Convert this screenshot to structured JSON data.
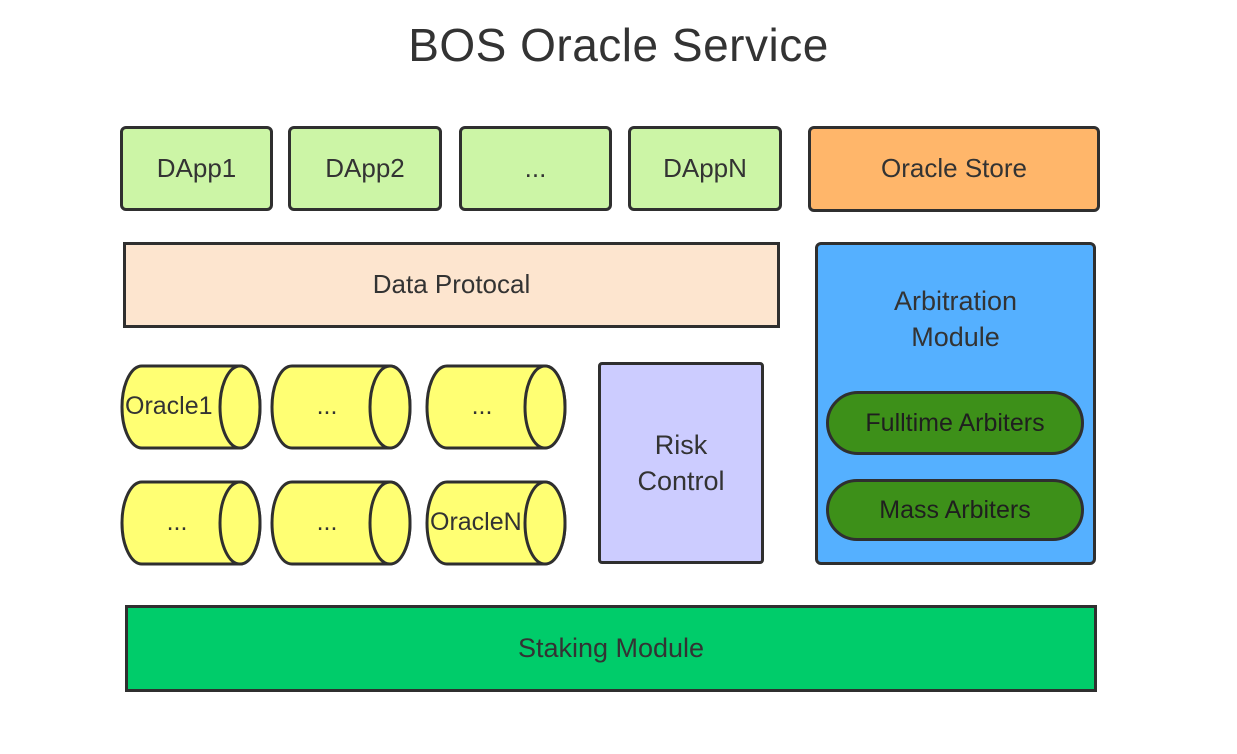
{
  "title": "BOS Oracle Service",
  "dapps": [
    "DApp1",
    "DApp2",
    "...",
    "DAppN"
  ],
  "oracle_store": "Oracle Store",
  "data_protocol": "Data Protocal",
  "oracles": {
    "row1": [
      "Oracle1",
      "...",
      "..."
    ],
    "row2": [
      "...",
      "...",
      "OracleN"
    ]
  },
  "risk_control": "Risk\nControl",
  "arbitration": {
    "title": "Arbitration\nModule",
    "fulltime": "Fulltime Arbiters",
    "mass": "Mass Arbiters"
  },
  "staking": "Staking Module",
  "colors": {
    "dapp": "#ccf5a6",
    "oracle_store": "#ffb66a",
    "data_protocol": "#fde5cf",
    "oracle": "#ffff73",
    "risk_control": "#ccccff",
    "arbitration": "#55b0ff",
    "arbiters": "#3d9019",
    "staking": "#00cc6a"
  }
}
